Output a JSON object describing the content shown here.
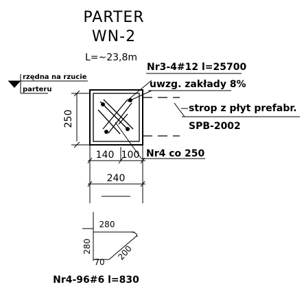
{
  "title": {
    "line1": "PARTER",
    "line2": "WN-2",
    "length": "L=~23,8m"
  },
  "labels": {
    "level_line1": "rzędna na rzucie",
    "level_line2": "parteru",
    "rebar_main_line1": "Nr3-4#12 l=25700",
    "rebar_main_line2": "uwzg. zakłady 8%",
    "slab_line1": "strop z płyt prefabr.",
    "slab_line2": "SPB-2002",
    "stirrup_spacing": "Nr4 co 250",
    "stirrup_schedule": "Nr4-96#6 l=830"
  },
  "dimensions": {
    "height": "250",
    "width_left": "140",
    "width_right": "100",
    "width_total": "240",
    "stirrup_top": "280",
    "stirrup_side": "280",
    "stirrup_bottom": "70",
    "stirrup_diagonal": "200"
  }
}
